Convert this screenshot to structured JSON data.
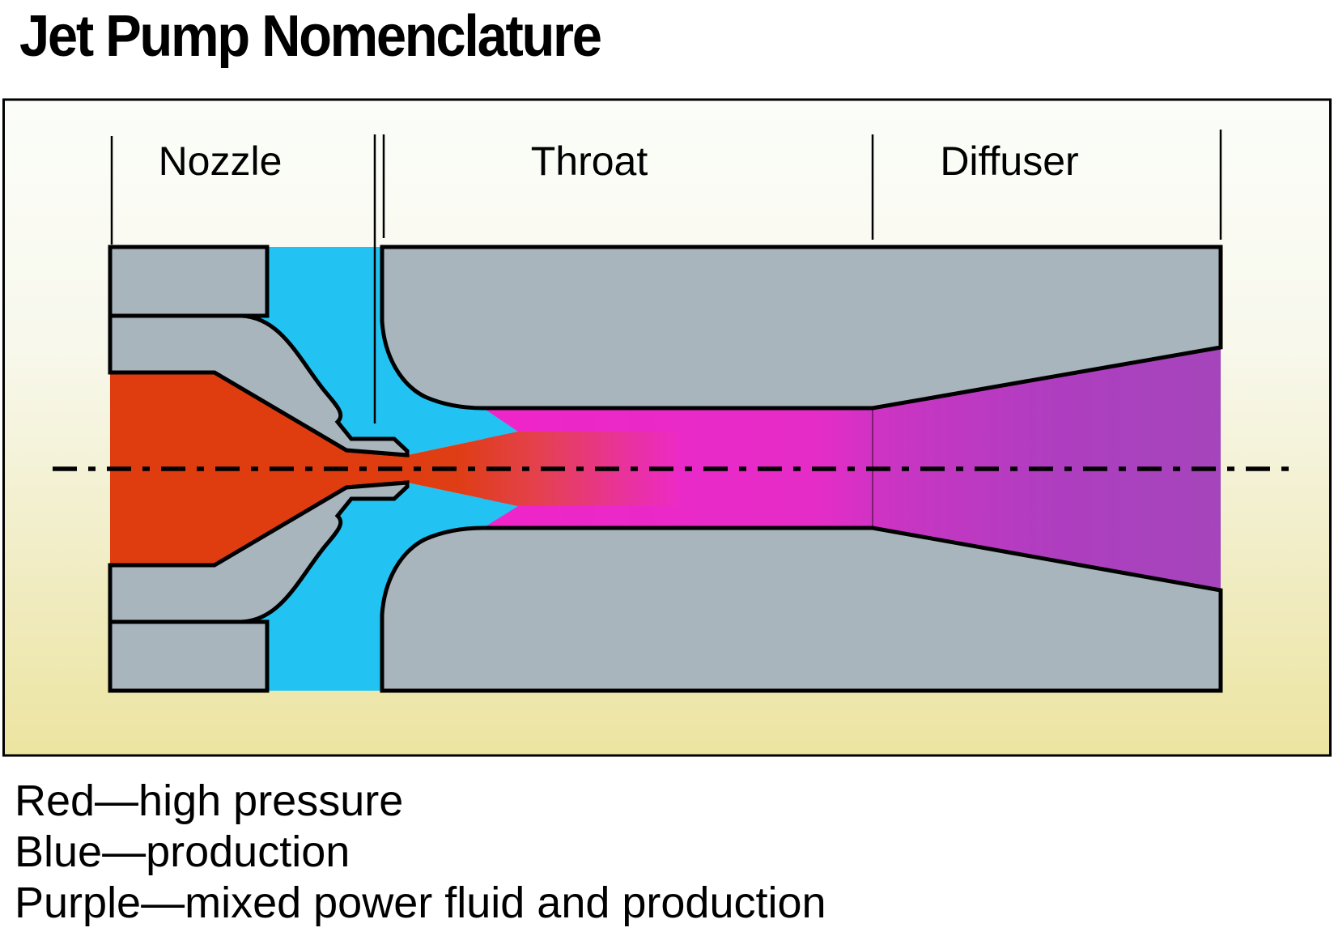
{
  "title": "Jet Pump Nomenclature",
  "diagram": {
    "section_labels": {
      "nozzle": "Nozzle",
      "throat": "Throat",
      "diffuser": "Diffuser"
    }
  },
  "legend": {
    "red": "Red—high pressure",
    "blue": "Blue—production",
    "purple": "Purple—mixed power fluid and production"
  },
  "colors": {
    "high_pressure_red": "#DF3D10",
    "production_blue": "#22C3F2",
    "mixed_magenta": "#EE25C9",
    "mixed_purple_exit": "#A545BC",
    "metal_gray": "#A8B5BD",
    "outline_black": "#000000",
    "background_top": "#FBFDF9",
    "background_bottom": "#ECE4A0"
  }
}
